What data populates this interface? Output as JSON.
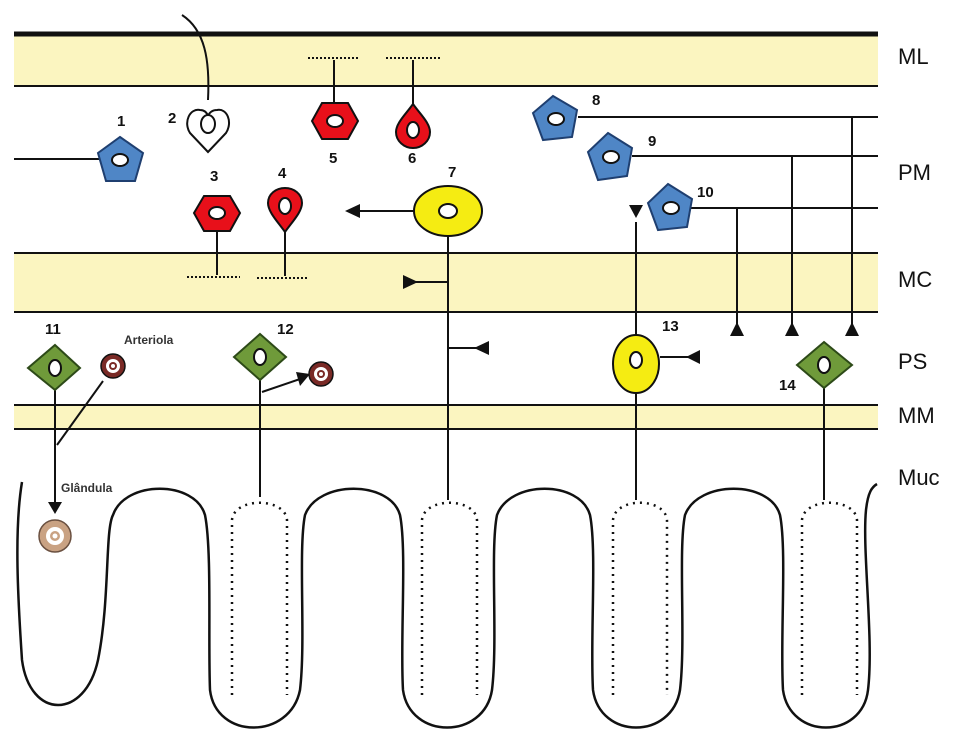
{
  "layers": {
    "ml": "ML",
    "pm": "PM",
    "mc": "MC",
    "ps": "PS",
    "mm": "MM",
    "muc": "Muc"
  },
  "neurons": {
    "n1": "1",
    "n2": "2",
    "n3": "3",
    "n4": "4",
    "n5": "5",
    "n6": "6",
    "n7": "7",
    "n8": "8",
    "n9": "9",
    "n10": "10",
    "n11": "11",
    "n12": "12",
    "n13": "13",
    "n14": "14"
  },
  "targets": {
    "arteriola": "Arteriola",
    "glandula": "Glândula"
  },
  "colors": {
    "muscle_band": "#fbf5c0",
    "red_neuron": "#e8101a",
    "blue_neuron": "#4f86c6",
    "yellow_neuron": "#f5ec12",
    "green_neuron": "#6f9a3a",
    "arteriole": "#7a2a26",
    "gland": "#c9a283"
  }
}
